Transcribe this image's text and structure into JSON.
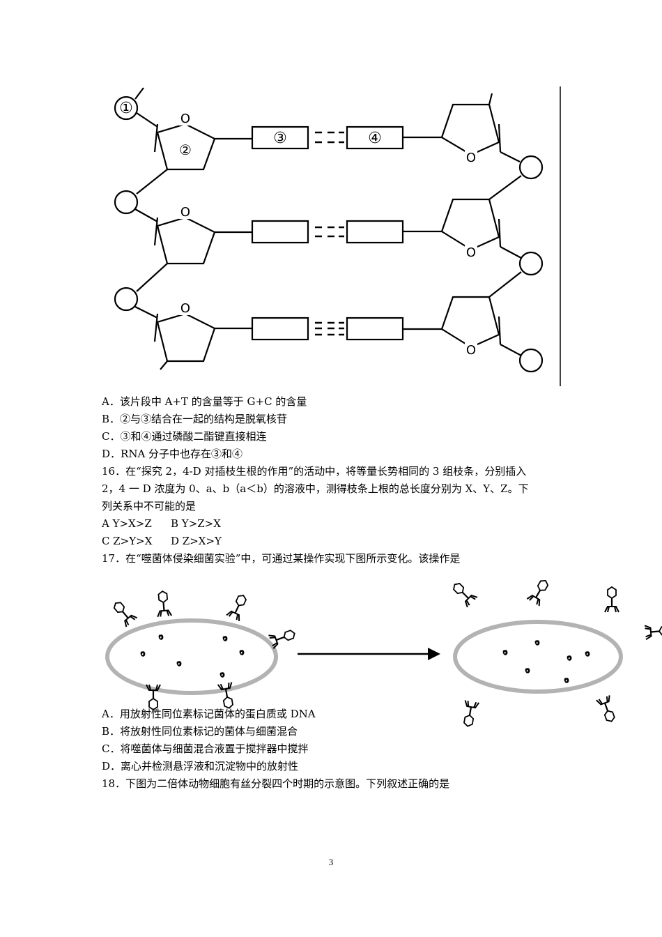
{
  "figure1": {
    "labels": {
      "l1": "①",
      "l2": "②",
      "l3": "③",
      "l4": "④",
      "oxygen": "O"
    }
  },
  "q15": {
    "options": [
      "A．该片段中 A+T 的含量等于 G+C 的含量",
      "B．②与③结合在一起的结构是脱氧核苷",
      "C．③和④通过磷酸二酯键直接相连",
      "D．RNA 分子中也存在③和④"
    ]
  },
  "q16": {
    "stem": [
      "16．在“探究 2，4-D 对插枝生根的作用”的活动中，将等量长势相同的 3 组枝条，分别插入",
      "2，4 一 D 浓度为 0、a、b（a＜b）的溶液中，测得枝条上根的总长度分别为 X、Y、Z。下",
      "列关系中不可能的是"
    ],
    "options_row1": [
      "A Y>X>Z",
      "B Y>Z>X"
    ],
    "options_row2": [
      "C Z>Y>X",
      "D Z>X>Y"
    ]
  },
  "q17": {
    "stem": "17．在“噬菌体侵染细菌实验”中，可通过某操作实现下图所示变化。该操作是",
    "options": [
      "A．用放射性同位素标记菌体的蛋白质或 DNA",
      "B．将放射性同位素标记的菌体与细菌混合",
      "C．将噬菌体与细菌混合液置于搅拌器中搅拌",
      "D．离心并检测悬浮液和沉淀物中的放射性"
    ]
  },
  "q18": {
    "stem": "18．下图为二倍体动物细胞有丝分裂四个时期的示意图。下列叙述正确的是"
  },
  "page_number": "3"
}
